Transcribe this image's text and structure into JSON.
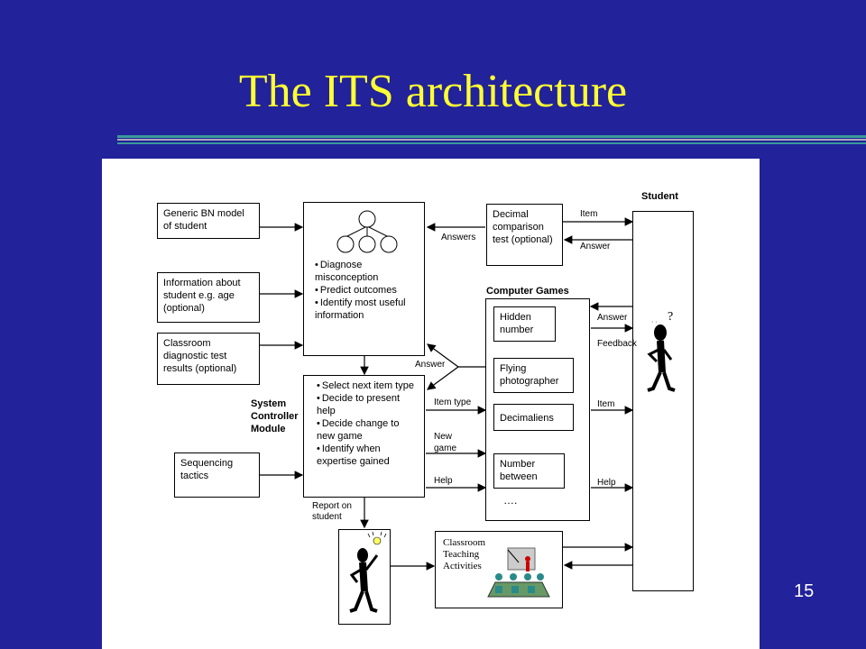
{
  "title": "The ITS architecture",
  "page_number": "15",
  "colors": {
    "background": "#22229a",
    "title": "#ffff33",
    "rule_teal": "#3a9a9a",
    "rule_gray": "#a8a8b8"
  },
  "inputs": {
    "generic_bn": "Generic BN model of student",
    "info_student": "Information about student e.g. age (optional)",
    "classroom_diag": "Classroom diagnostic test results (optional)",
    "sequencing": "Sequencing tactics"
  },
  "bn_module": {
    "items": [
      "Diagnose misconception",
      "Predict outcomes",
      "Identify most useful information"
    ]
  },
  "controller": {
    "label": "System Controller Module",
    "items": [
      "Select next item type",
      "Decide to present help",
      "Decide change to new game",
      "Identify when expertise gained"
    ]
  },
  "decimal_test": "Decimal comparison test (optional)",
  "games": {
    "header": "Computer Games",
    "items": [
      "Hidden number",
      "Flying photographer",
      "Decimaliens",
      "Number between"
    ],
    "more": "…."
  },
  "student_label": "Student",
  "classroom_teaching": "Classroom Teaching Activities",
  "arrows": {
    "answers": "Answers",
    "answer_left": "Answer",
    "item_type": "Item type",
    "new_game": "New game",
    "help_left": "Help",
    "report": "Report on student",
    "item_top": "Item",
    "answer_top": "Answer",
    "answer_mid": "Answer",
    "feedback": "Feedback",
    "item_mid": "Item",
    "help_right": "Help"
  },
  "icons": [
    "bayes-net-icon",
    "student-figure-icon",
    "teacher-figure-icon",
    "classroom-icon"
  ]
}
